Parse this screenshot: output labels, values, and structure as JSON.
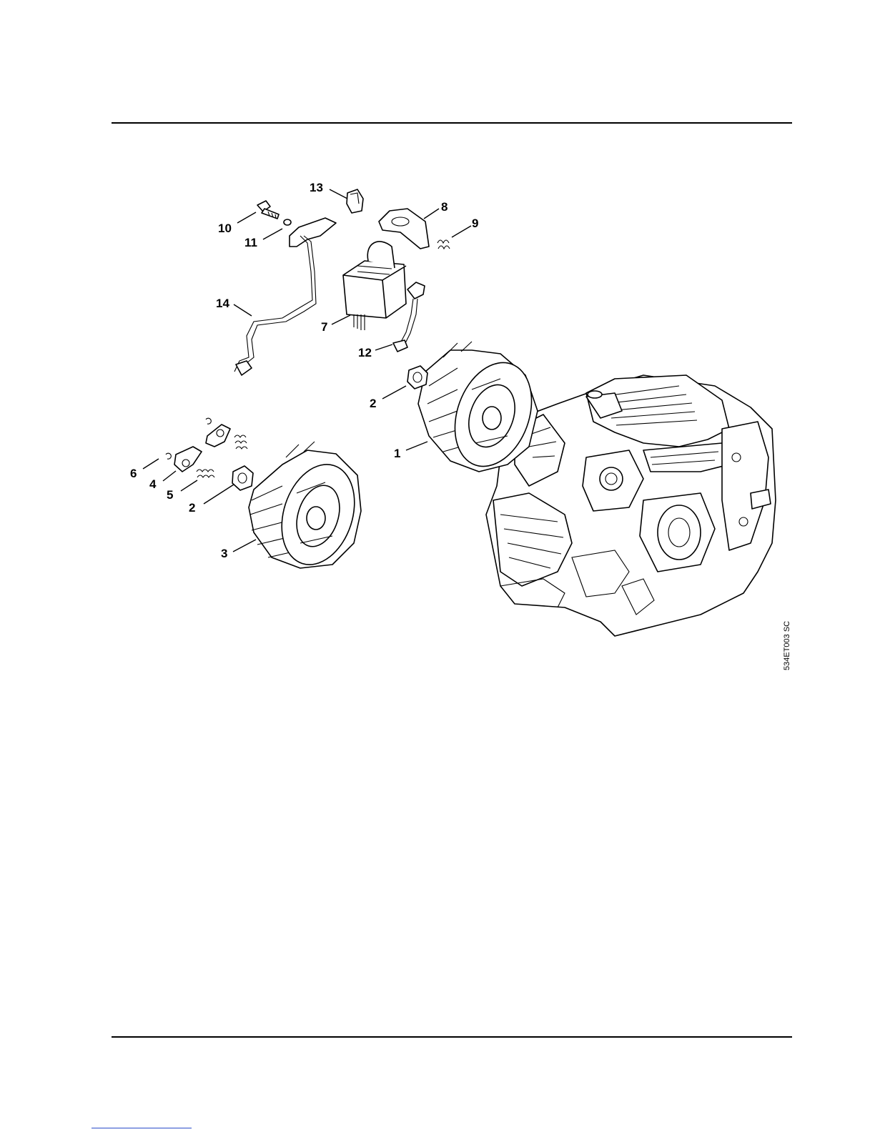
{
  "diagram": {
    "reference_code": "534ET003 SC",
    "callouts": [
      {
        "id": "c1",
        "label": "1"
      },
      {
        "id": "c2a",
        "label": "2"
      },
      {
        "id": "c2b",
        "label": "2"
      },
      {
        "id": "c3",
        "label": "3"
      },
      {
        "id": "c4",
        "label": "4"
      },
      {
        "id": "c5",
        "label": "5"
      },
      {
        "id": "c6",
        "label": "6"
      },
      {
        "id": "c7",
        "label": "7"
      },
      {
        "id": "c8",
        "label": "8"
      },
      {
        "id": "c9",
        "label": "9"
      },
      {
        "id": "c10",
        "label": "10"
      },
      {
        "id": "c11",
        "label": "11"
      },
      {
        "id": "c12",
        "label": "12"
      },
      {
        "id": "c13",
        "label": "13"
      },
      {
        "id": "c14",
        "label": "14"
      }
    ]
  }
}
